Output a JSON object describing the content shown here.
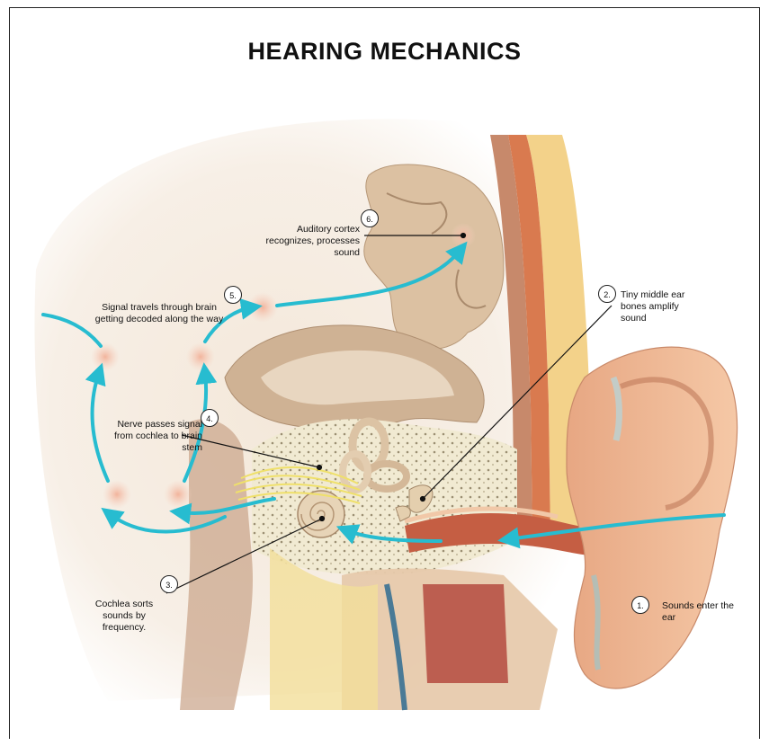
{
  "title": "HEARING MECHANICS",
  "steps": [
    {
      "num": "1.",
      "label": "Sounds enter the ear"
    },
    {
      "num": "2.",
      "label": "Tiny middle ear bones amplify sound"
    },
    {
      "num": "3.",
      "label": "Cochlea sorts sounds by frequency."
    },
    {
      "num": "4.",
      "label": "Nerve passes signal from cochlea to brain stem"
    },
    {
      "num": "5.",
      "label": "Signal travels through brain getting decoded along the way"
    },
    {
      "num": "6.",
      "label": "Auditory cortex recognizes, processes sound"
    }
  ],
  "colors": {
    "arrow": "#27bcd0",
    "skin": "#f3c49a",
    "ear_inner": "#d98a68",
    "brain": "#ddc0a0",
    "bone": "#efe6c9",
    "fat": "#f5d77a",
    "nerve": "#f2e36a"
  }
}
